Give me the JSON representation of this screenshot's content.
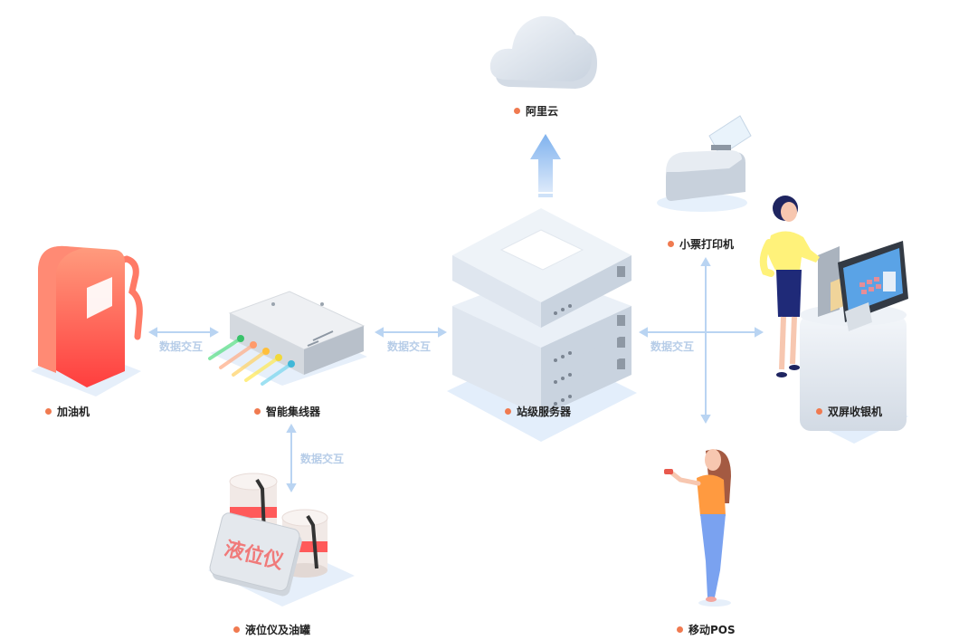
{
  "colors": {
    "dot": "#f07a50",
    "connector": "#b9d4f2",
    "connector_text": "#b7cde8"
  },
  "nodes": {
    "cloud": {
      "label": "阿里云",
      "icon": "cloud-icon"
    },
    "printer": {
      "label": "小票打印机",
      "icon": "receipt-printer-icon"
    },
    "fuel_dispenser": {
      "label": "加油机",
      "icon": "fuel-pump-icon"
    },
    "hub": {
      "label": "智能集线器",
      "icon": "network-hub-icon"
    },
    "server": {
      "label": "站级服务器",
      "icon": "server-stack-icon"
    },
    "cashier": {
      "label": "双屏收银机",
      "icon": "pos-terminal-icon"
    },
    "tank_gauge": {
      "label": "液位仪及油罐",
      "icon": "tank-gauge-icon",
      "panel_text": "液位仪"
    },
    "mobile_pos": {
      "label": "移动POS",
      "icon": "mobile-pos-icon"
    }
  },
  "connectors": {
    "pump_hub": "数据交互",
    "hub_server": "数据交互",
    "server_cashier": "数据交互",
    "hub_tank": "数据交互"
  }
}
